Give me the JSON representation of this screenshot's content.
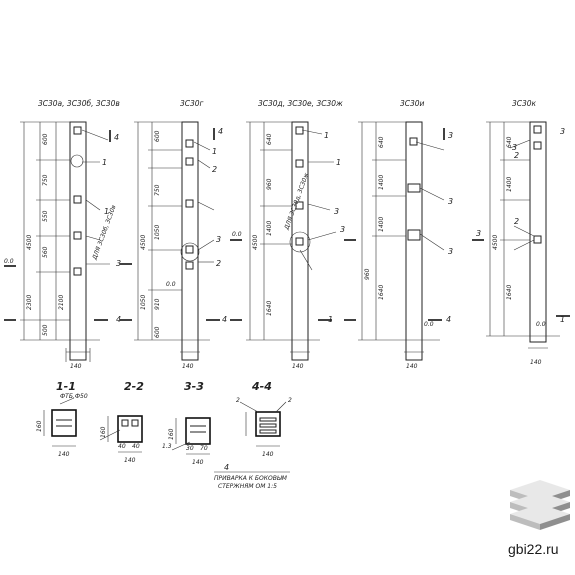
{
  "columns": [
    {
      "title": "3С30а, 3С30б, 3С30в",
      "callout_top": "4",
      "calls": [
        "1",
        "1",
        "3",
        "4"
      ],
      "dims": [
        "600",
        "750",
        "550",
        "560",
        "4500",
        "500",
        "2300",
        "2100"
      ],
      "note": "ДЛЯ 3С30б, 3С30в",
      "elev": "0.0",
      "bottom": "140"
    },
    {
      "title": "3С30г",
      "callout_top": "4",
      "calls": [
        "1",
        "2",
        "3",
        "2",
        "4"
      ],
      "dims": [
        "600",
        "750",
        "1050",
        "4500",
        "1050",
        "910",
        "600"
      ],
      "note": "",
      "elev": "0.0",
      "bottom": "140"
    },
    {
      "title": "3С30д, 3С30е, 3С30ж",
      "callout_top": "1",
      "calls": [
        "1",
        "3",
        "3",
        "1"
      ],
      "dims": [
        "640",
        "960",
        "1400",
        "4500",
        "1640"
      ],
      "note": "ДЛЯ 3С30д, 3С30ж",
      "elev": "0.0",
      "bottom": "140"
    },
    {
      "title": "3С30и",
      "callout_top": "3",
      "calls": [
        "3",
        "3",
        "4"
      ],
      "dims": [
        "640",
        "1400",
        "1400",
        "1640",
        "960"
      ],
      "note": "",
      "elev": "0.0",
      "bottom": "140"
    },
    {
      "title": "3С30к",
      "callout_top": "3",
      "calls": [
        "3",
        "2",
        "3",
        "2",
        "1"
      ],
      "dims": [
        "640",
        "1400",
        "4500",
        "1640"
      ],
      "note": "",
      "elev": "0.0",
      "bottom": "140"
    }
  ],
  "sections": [
    {
      "label": "1-1",
      "dims": [
        "140",
        "160"
      ],
      "note": "ФТБ.Ф50"
    },
    {
      "label": "2-2",
      "dims": [
        "140",
        "160",
        "40",
        "40"
      ],
      "note": ""
    },
    {
      "label": "3-3",
      "dims": [
        "140",
        "160",
        "30",
        "70"
      ],
      "note": "1.3"
    },
    {
      "label": "4-4",
      "dims": [
        "140",
        "2"
      ],
      "note": "2"
    }
  ],
  "detail_note": {
    "number": "4",
    "line1": "ПРИВАРКА К БОКОВЫМ",
    "line2": "СТЕРЖНЯМ  ОМ 1:5"
  },
  "watermark": "gbi22.ru",
  "logo_colors": {
    "top": "#e8e8e8",
    "mid": "#bdbdbd",
    "shade": "#8f8f8f"
  }
}
